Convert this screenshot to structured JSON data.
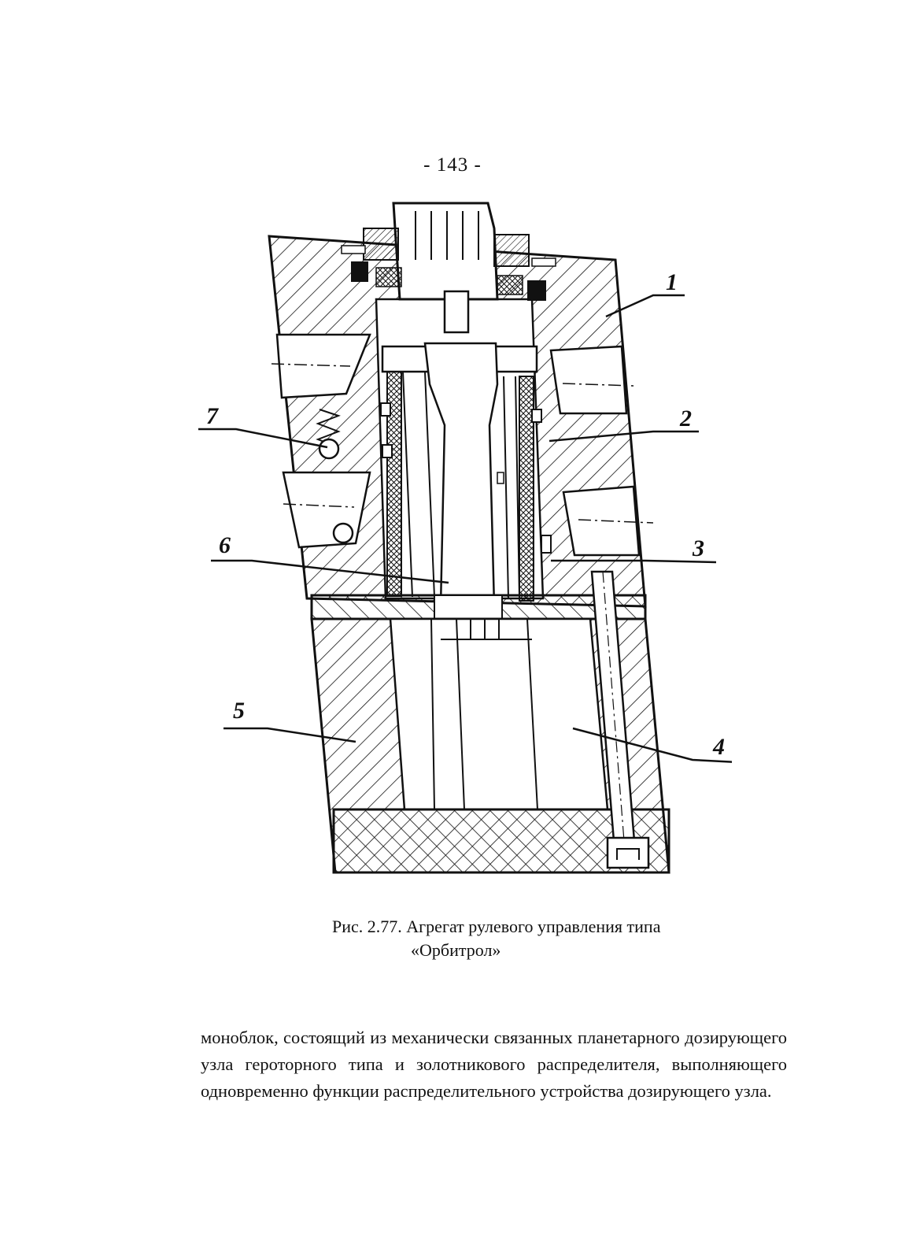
{
  "page": {
    "number": "- 143 -"
  },
  "figure": {
    "callouts": [
      "1",
      "2",
      "3",
      "4",
      "5",
      "6",
      "7"
    ],
    "caption_line1": "Рис. 2.77. Агрегат рулевого управления типа",
    "caption_line2": "«Орбитрол»",
    "colors": {
      "ink": "#111111",
      "paper": "#ffffff"
    }
  },
  "body": {
    "text": "моноблок, состоящий из механически связанных планетарного дозирующего узла героторного типа и золотникового распределителя, выполняющего одновременно функции распределительного устройства дозирующего узла."
  }
}
